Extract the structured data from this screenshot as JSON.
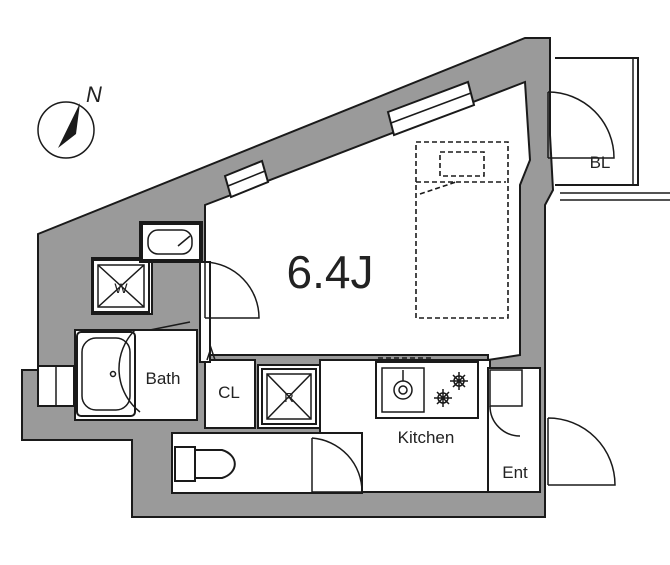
{
  "compass": {
    "label": "N",
    "icon": "north-arrow-icon"
  },
  "rooms": {
    "main_room": "6.4J",
    "bath": "Bath",
    "closet": "CL",
    "kitchen": "Kitchen",
    "entrance": "Ent",
    "balcony": "BL"
  },
  "fixtures": {
    "washer_mark": "W",
    "fridge_mark": "R"
  },
  "colors": {
    "wall": "#9a9a9a",
    "line": "#1a1a1a",
    "floor": "#ffffff"
  }
}
